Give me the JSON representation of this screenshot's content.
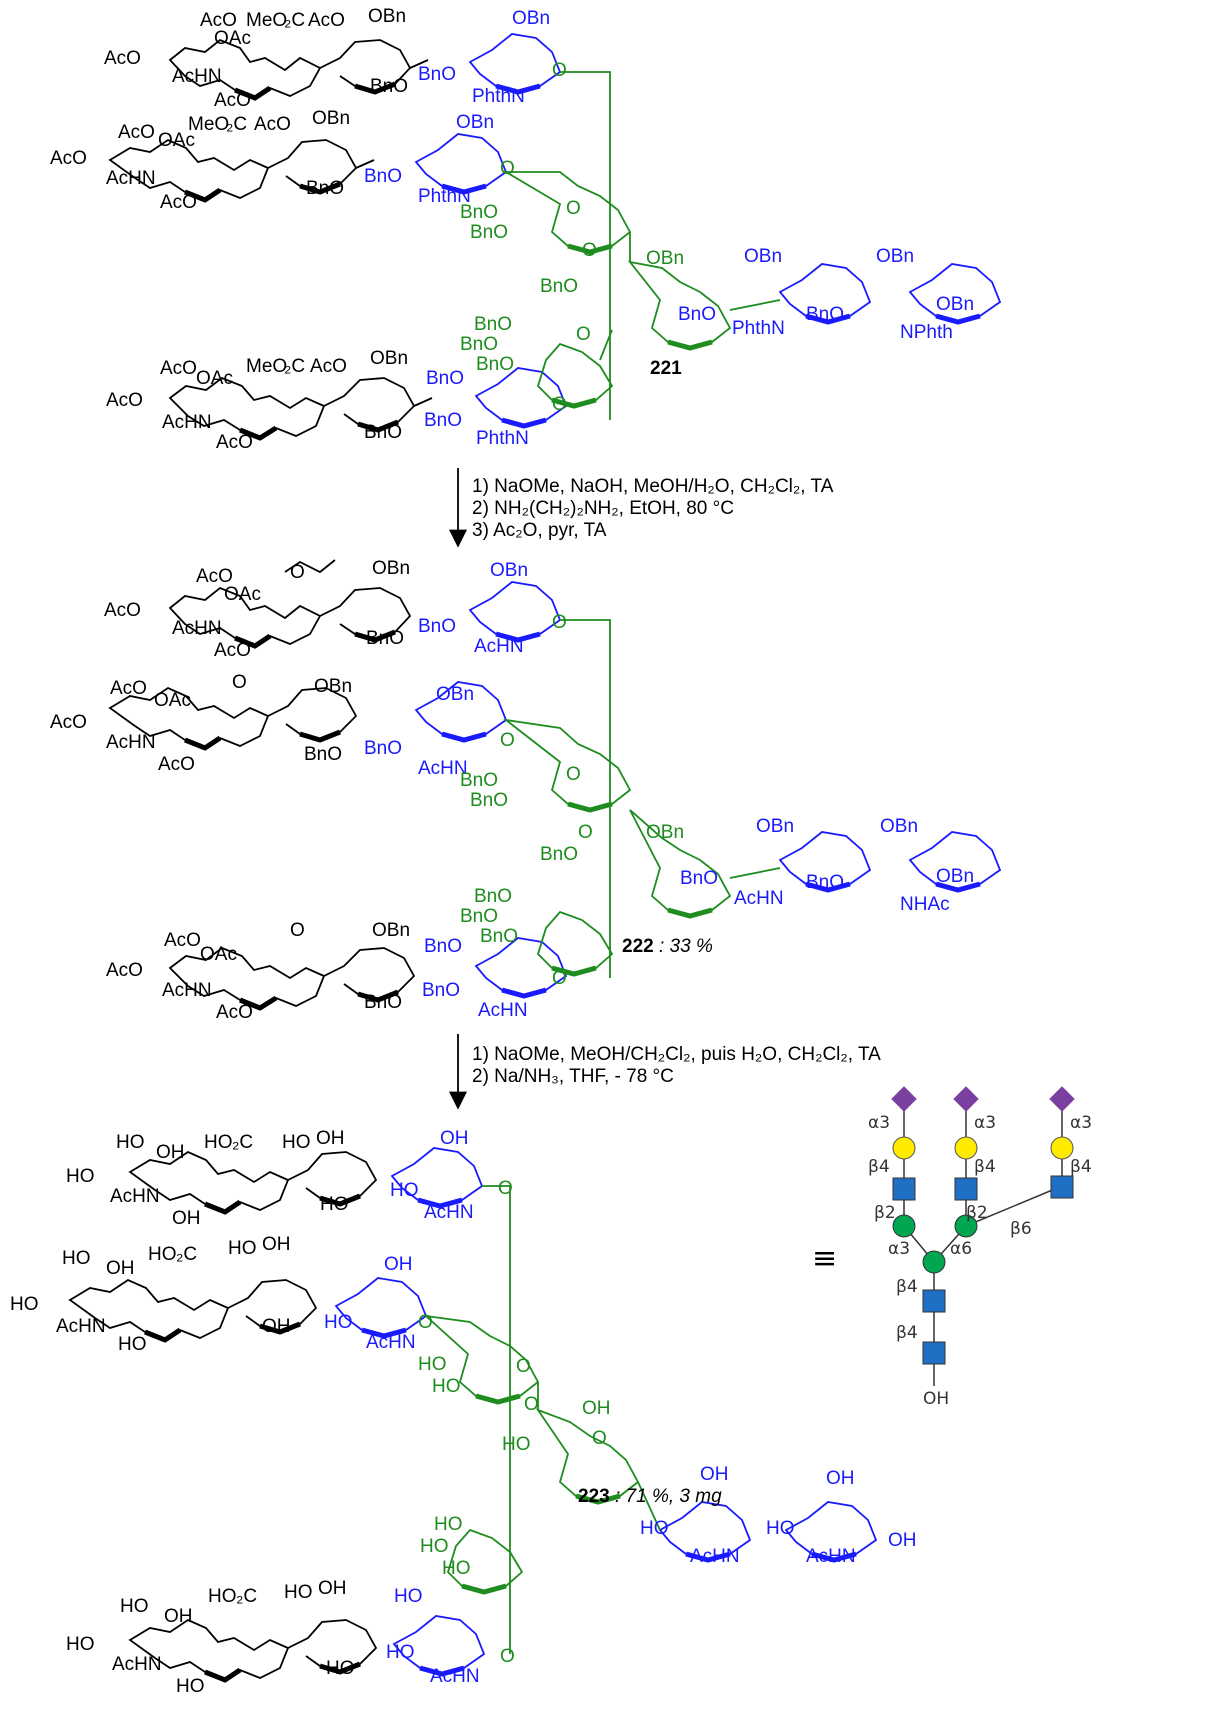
{
  "compounds": [
    {
      "number": "221",
      "yield": ""
    },
    {
      "number": "222",
      "yield": ": 33 %"
    },
    {
      "number": "223",
      "yield": ": 71 %, 3 mg"
    }
  ],
  "conditions": [
    [
      "1) NaOMe, NaOH, MeOH/H₂O, CH₂Cl₂, TA",
      "2) NH₂(CH₂)₂NH₂, EtOH, 80 °C",
      "3) Ac₂O, pyr, TA"
    ],
    [
      "1) NaOMe, MeOH/CH₂Cl₂, puis H₂O, CH₂Cl₂, TA",
      "2) Na/NH₃, THF, - 78 °C"
    ]
  ],
  "equivalence_sign": "≡",
  "symbol_labels": {
    "alpha3": "α3",
    "alpha6": "α6",
    "beta4": "β4",
    "beta2": "β2",
    "beta6": "β6",
    "reducing_end": "OH"
  },
  "colors": {
    "neu5ac": "#7b3fa0",
    "galactose": "#ffea00",
    "glcnac": "#1f6fc5",
    "mannose": "#00a650",
    "black_units": "#000000",
    "blue_units": "#1a1aff",
    "green_units": "#1e8c1e"
  }
}
